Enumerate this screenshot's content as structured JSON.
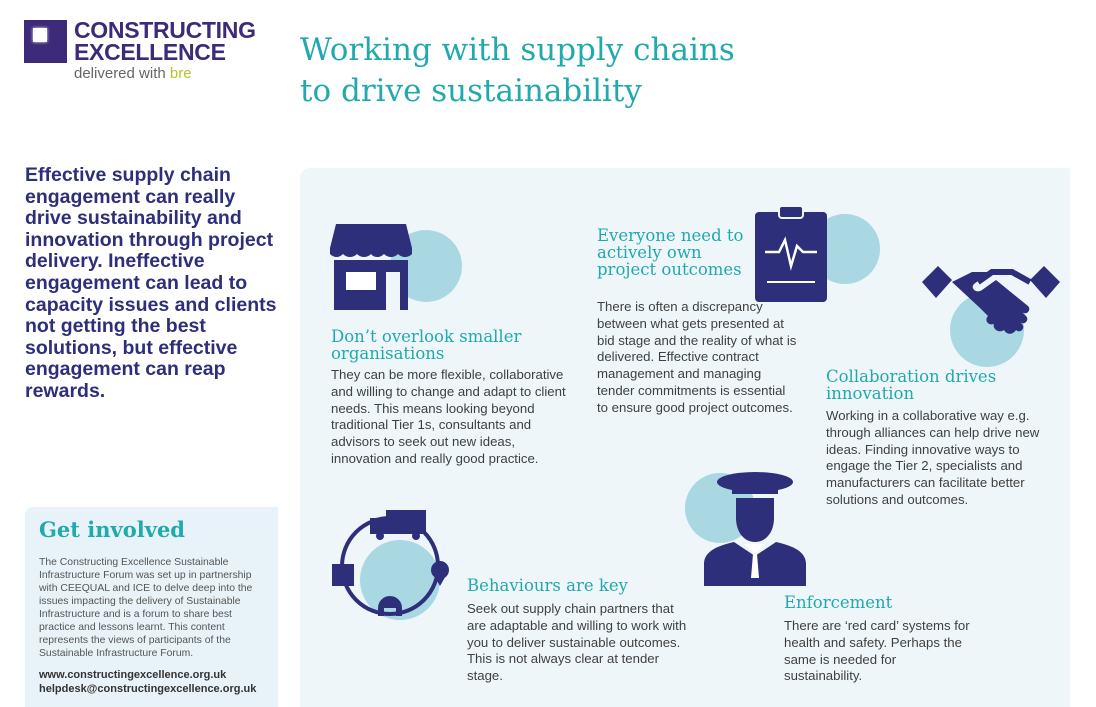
{
  "logo": {
    "line1": "CONSTRUCTING",
    "line2": "EXCELLENCE",
    "tagline": "delivered with",
    "tagline_brand": "bre"
  },
  "title": {
    "line1": "Working with supply chains",
    "line2": "to drive sustainability"
  },
  "intro": "Effective supply chain engagement can really drive sustainability and innovation through project delivery. Ineffective engagement can lead to capacity issues and clients not getting the best solutions, but effective engagement can reap rewards.",
  "get_involved": {
    "heading": "Get involved",
    "text": "The Constructing Excellence Sustainable Infrastructure Forum was set up in partnership with CEEQUAL and ICE to delve deep into the issues impacting the delivery of Sustainable Infrastructure and is a forum to share best practice and lessons learnt. This content represents the views of participants of the Sustainable Infrastructure Forum.",
    "website": "www.constructingexcellence.org.uk",
    "email": "helpdesk@constructingexcellence.org.uk"
  },
  "sections": [
    {
      "heading": "Don’t overlook smaller organisations",
      "body": "They can be more flexible, collaborative and willing to change and adapt to client needs. This means looking beyond traditional Tier 1s, consultants and advisors to seek out new ideas, innovation and really good practice.",
      "icon": "shop-icon"
    },
    {
      "heading": "Everyone need to actively own project outcomes",
      "body": "There is often a discrepancy between what gets presented at bid stage and the reality of what is delivered. Effective contract management and managing tender commitments is essential to ensure good project outcomes.",
      "icon": "clipboard-icon"
    },
    {
      "heading": "Collaboration drives innovation",
      "body": "Working in a collaborative way e.g. through alliances can help drive new ideas. Finding innovative ways to engage the Tier 2, specialists and manufacturers can facilitate better solutions and outcomes.",
      "icon": "handshake-icon"
    },
    {
      "heading": "Behaviours are key",
      "body": "Seek out supply chain partners that are adaptable and willing to work with you to deliver sustainable outcomes. This is not always clear at tender stage.",
      "icon": "supply-cycle-icon"
    },
    {
      "heading": "Enforcement",
      "body": "There are ‘red card’ systems for health and safety. Perhaps the same is needed for sustainability.",
      "icon": "officer-icon"
    }
  ],
  "colors": {
    "navy": "#2d2f7a",
    "teal": "#22a9ad",
    "light_blue": "#a9d8e3",
    "panel": "#eef6f9"
  }
}
